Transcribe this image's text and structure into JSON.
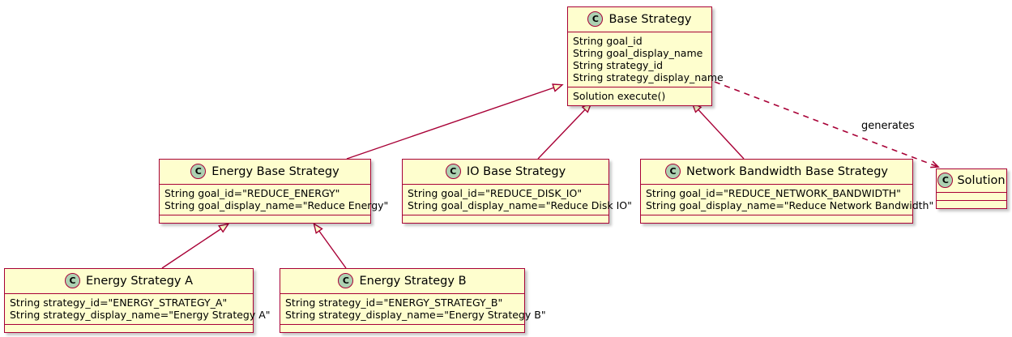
{
  "diagram": {
    "type": "uml-class-diagram",
    "colors": {
      "class_fill": "#FEFECE",
      "class_border": "#A80036",
      "icon_fill": "#ADD1B2",
      "line": "#A80036",
      "text": "#000000",
      "background": "#FFFFFF"
    },
    "class_stereotype_letter": "C"
  },
  "classes": [
    {
      "id": "base-strategy",
      "name": "Base Strategy",
      "attributes": [
        "String goal_id",
        "String goal_display_name",
        "String strategy_id",
        "String strategy_display_name"
      ],
      "methods": [
        "Solution execute()"
      ]
    },
    {
      "id": "energy-base-strategy",
      "name": "Energy Base Strategy",
      "attributes": [
        "String goal_id=\"REDUCE_ENERGY\"",
        "String goal_display_name=\"Reduce Energy\""
      ],
      "methods": []
    },
    {
      "id": "io-base-strategy",
      "name": "IO Base Strategy",
      "attributes": [
        "String goal_id=\"REDUCE_DISK_IO\"",
        "String goal_display_name=\"Reduce Disk IO\""
      ],
      "methods": []
    },
    {
      "id": "network-bandwidth-base-strategy",
      "name": "Network Bandwidth Base Strategy",
      "attributes": [
        "String goal_id=\"REDUCE_NETWORK_BANDWIDTH\"",
        "String goal_display_name=\"Reduce Network Bandwidth\""
      ],
      "methods": []
    },
    {
      "id": "solution",
      "name": "Solution",
      "attributes": [],
      "methods": []
    },
    {
      "id": "energy-strategy-a",
      "name": "Energy Strategy A",
      "attributes": [
        "String strategy_id=\"ENERGY_STRATEGY_A\"",
        "String strategy_display_name=\"Energy Strategy A\""
      ],
      "methods": []
    },
    {
      "id": "energy-strategy-b",
      "name": "Energy Strategy B",
      "attributes": [
        "String strategy_id=\"ENERGY_STRATEGY_B\"",
        "String strategy_display_name=\"Energy Strategy B\""
      ],
      "methods": []
    }
  ],
  "relations": [
    {
      "id": "rel-energy-base",
      "from": "energy-base-strategy",
      "to": "base-strategy",
      "kind": "inheritance",
      "label": ""
    },
    {
      "id": "rel-io-base",
      "from": "io-base-strategy",
      "to": "base-strategy",
      "kind": "inheritance",
      "label": ""
    },
    {
      "id": "rel-network-base",
      "from": "network-bandwidth-base-strategy",
      "to": "base-strategy",
      "kind": "inheritance",
      "label": ""
    },
    {
      "id": "rel-strategy-a",
      "from": "energy-strategy-a",
      "to": "energy-base-strategy",
      "kind": "inheritance",
      "label": ""
    },
    {
      "id": "rel-strategy-b",
      "from": "energy-strategy-b",
      "to": "energy-base-strategy",
      "kind": "inheritance",
      "label": ""
    },
    {
      "id": "rel-generates",
      "from": "base-strategy",
      "to": "solution",
      "kind": "dependency",
      "label": "generates"
    }
  ]
}
